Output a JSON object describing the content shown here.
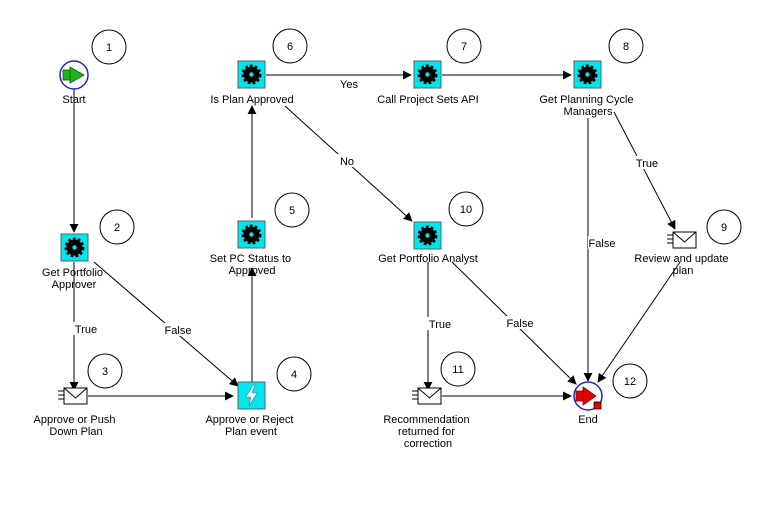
{
  "colors": {
    "function_fill": "#00e5ee",
    "line": "#000000",
    "start_green": "#1fb51f",
    "end_red": "#e60000",
    "notification_fill": "#ffffff"
  },
  "nodes": {
    "start": {
      "step": "1",
      "label": [
        "Start"
      ],
      "icon": "start-icon"
    },
    "get_portfolio_approver": {
      "step": "2",
      "label": [
        "Get Portfolio",
        "Approver"
      ],
      "icon": "gear-icon"
    },
    "approve_or_push_down": {
      "step": "3",
      "label": [
        "Approve or Push",
        "Down Plan"
      ],
      "icon": "envelope-icon"
    },
    "approve_or_reject_event": {
      "step": "4",
      "label": [
        "Approve or Reject",
        "Plan event"
      ],
      "icon": "event-icon"
    },
    "set_pc_status": {
      "step": "5",
      "label": [
        "Set PC Status to",
        "Approved"
      ],
      "icon": "gear-icon"
    },
    "is_plan_approved": {
      "step": "6",
      "label": [
        "Is Plan Approved"
      ],
      "icon": "gear-icon"
    },
    "call_project_sets_api": {
      "step": "7",
      "label": [
        "Call Project Sets API"
      ],
      "icon": "gear-icon"
    },
    "get_planning_cycle_managers": {
      "step": "8",
      "label": [
        "Get Planning Cycle",
        "Managers"
      ],
      "icon": "gear-icon"
    },
    "review_and_update": {
      "step": "9",
      "label": [
        "Review and update",
        "plan"
      ],
      "icon": "envelope-icon"
    },
    "get_portfolio_analyst": {
      "step": "10",
      "label": [
        "Get Portfolio Analyst"
      ],
      "icon": "gear-icon"
    },
    "recommendation_returned": {
      "step": "11",
      "label": [
        "Recommendation",
        "returned for",
        "correction"
      ],
      "icon": "envelope-icon"
    },
    "end": {
      "step": "12",
      "label": [
        "End"
      ],
      "icon": "end-icon"
    }
  },
  "edges": {
    "start_to_2": "",
    "n2_true": "True",
    "n2_false": "False",
    "n3_to_4": "",
    "n4_to_5": "",
    "n5_to_6": "",
    "n6_yes": "Yes",
    "n6_no": "No",
    "n7_to_8": "",
    "n8_true": "True",
    "n8_false": "False",
    "n9_to_end": "",
    "n10_true": "True",
    "n10_false": "False",
    "n11_to_end": ""
  }
}
